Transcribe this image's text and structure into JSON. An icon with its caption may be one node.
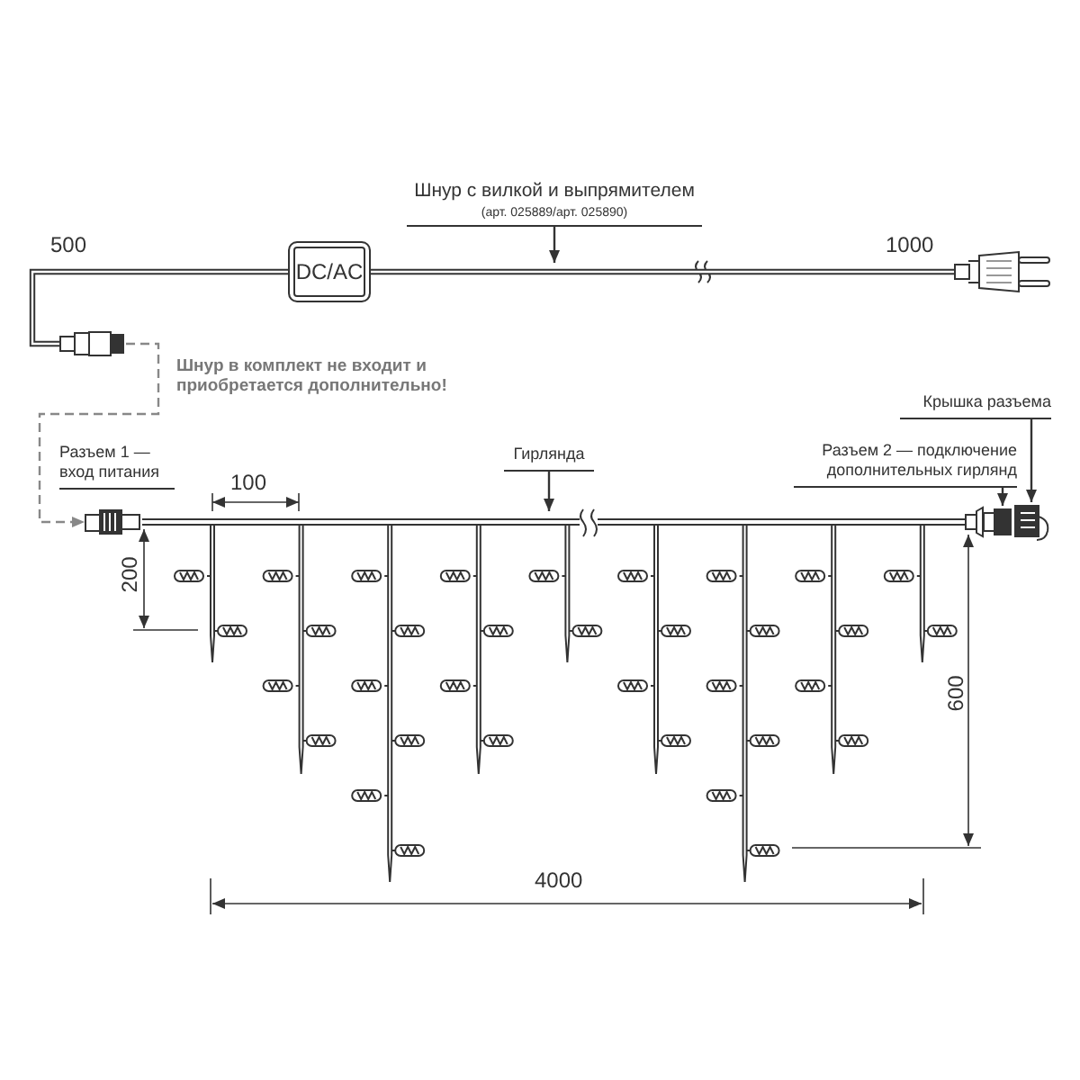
{
  "diagram": {
    "nodes": [
      {
        "text": [
          "DC/AC"
        ]
      },
      {
        "text": [],
        "shape": "picture"
      },
      {
        "text": [],
        "shape": "picture"
      },
      {
        "text": [],
        "shape": "picture"
      },
      {
        "text": [],
        "shape": "picture"
      },
      {
        "text": [],
        "shape": "picture"
      },
      {
        "text": [
          "Шнур с вилкой и выпрямителем",
          "(арт. 025889/арт. 025890)"
        ]
      },
      {
        "text": [
          "Разъем 1 — вход питания"
        ]
      },
      {
        "text": [
          "Гирлянда"
        ]
      },
      {
        "text": [
          "Разъем 2 — подключение дополнительных гирлянд"
        ]
      },
      {
        "text": [
          "Крышка разъема"
        ]
      }
    ],
    "edges": [
      {
        "from": 0,
        "to": 1,
        "arrow": "none",
        "style": "thick"
      },
      {
        "from": 2,
        "to": 0,
        "arrow": "none",
        "style": "thick"
      },
      {
        "from": 2,
        "to": 3,
        "arrow": "to",
        "style": "dashed",
        "color": "#888888"
      },
      {
        "from": 6,
        "to": null,
        "arrow": "to"
      },
      {
        "from": 8,
        "to": null,
        "arrow": "to"
      },
      {
        "from": 9,
        "to": 4,
        "arrow": "to"
      },
      {
        "from": 10,
        "to": 5,
        "arrow": "to"
      }
    ],
    "labels": [
      "500",
      "1000",
      "Шнур в комплект не входит и приобретается дополнительно!",
      "100",
      "200",
      "600",
      "4000"
    ]
  }
}
